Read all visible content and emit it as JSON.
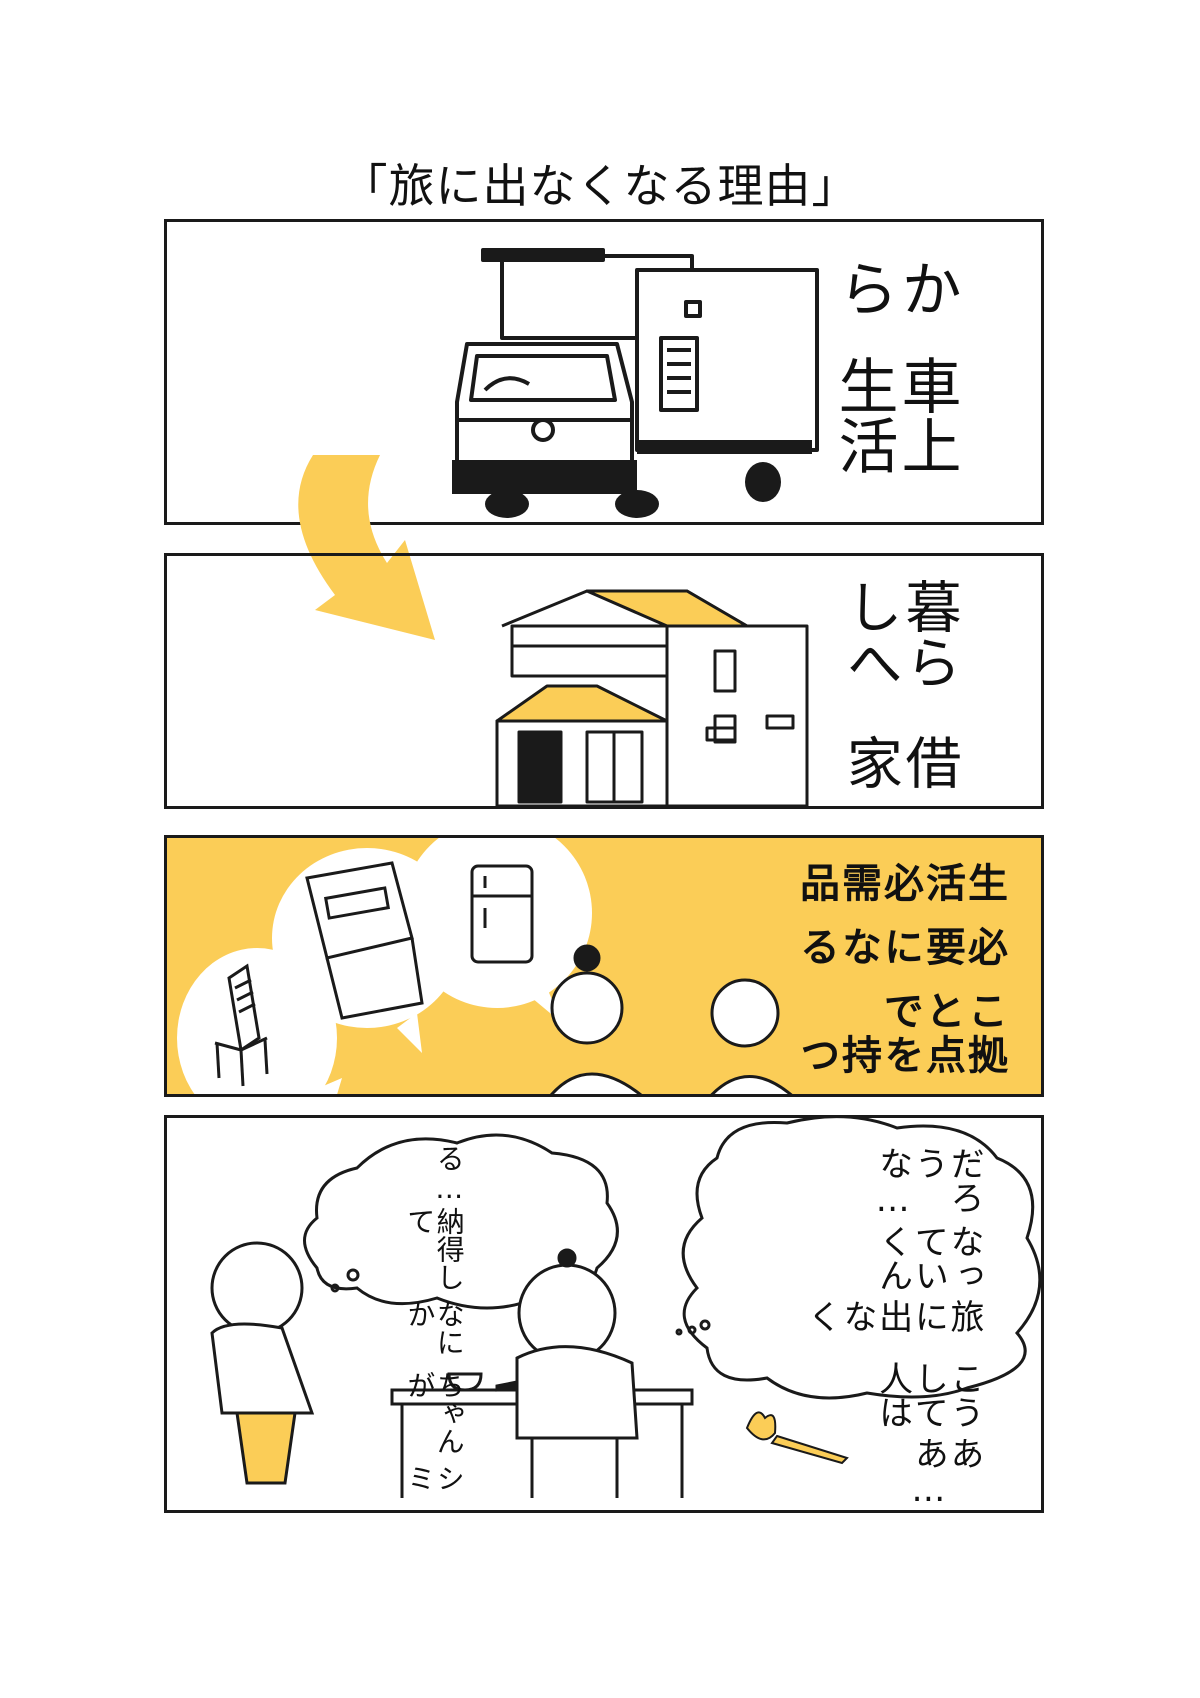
{
  "title": "「旅に出なくなる理由」",
  "panels": [
    {
      "lines": [
        "車上生活",
        "から"
      ]
    },
    {
      "lines": [
        "借家",
        "暮らしへ"
      ]
    },
    {
      "lines": [
        "拠点を持つ",
        "ことで",
        "必要になる",
        "生活必需品"
      ]
    },
    {
      "thought_left": [
        "シミ",
        "ちゃんが",
        "なにか",
        "納得して",
        "る…"
      ],
      "thought_right": [
        "ああ…",
        "こうして人は",
        "旅に出なく",
        "なっていくん",
        "だろうな…"
      ]
    }
  ],
  "colors": {
    "accent": "#fbcd57",
    "ink": "#1a1a1a"
  },
  "icons": [
    "curved-arrow-icon",
    "truck-icon",
    "house-icon",
    "chair-icon",
    "washing-machine-icon",
    "refrigerator-icon"
  ]
}
